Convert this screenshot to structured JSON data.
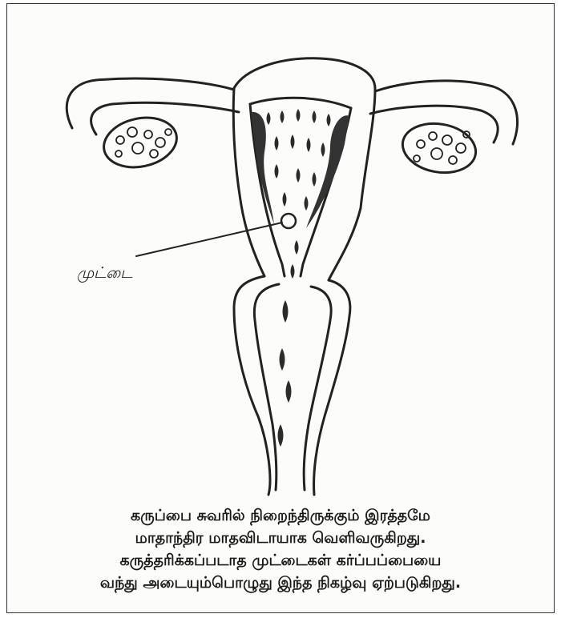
{
  "diagram": {
    "labels": {
      "egg": "முட்டை"
    }
  },
  "caption": {
    "lines": [
      "கருப்பை சுவரில் நிறைந்திருக்கும் இரத்தமே",
      "மாதாந்திர மாதவிடாயாக வெளிவருகிறது.",
      "கருத்தரிக்கப்படாத முட்டைகள் கர்ப்பப்பையை",
      "வந்து அடையும்பொழுது இந்த நிகழ்வு ஏற்படுகிறது."
    ]
  }
}
